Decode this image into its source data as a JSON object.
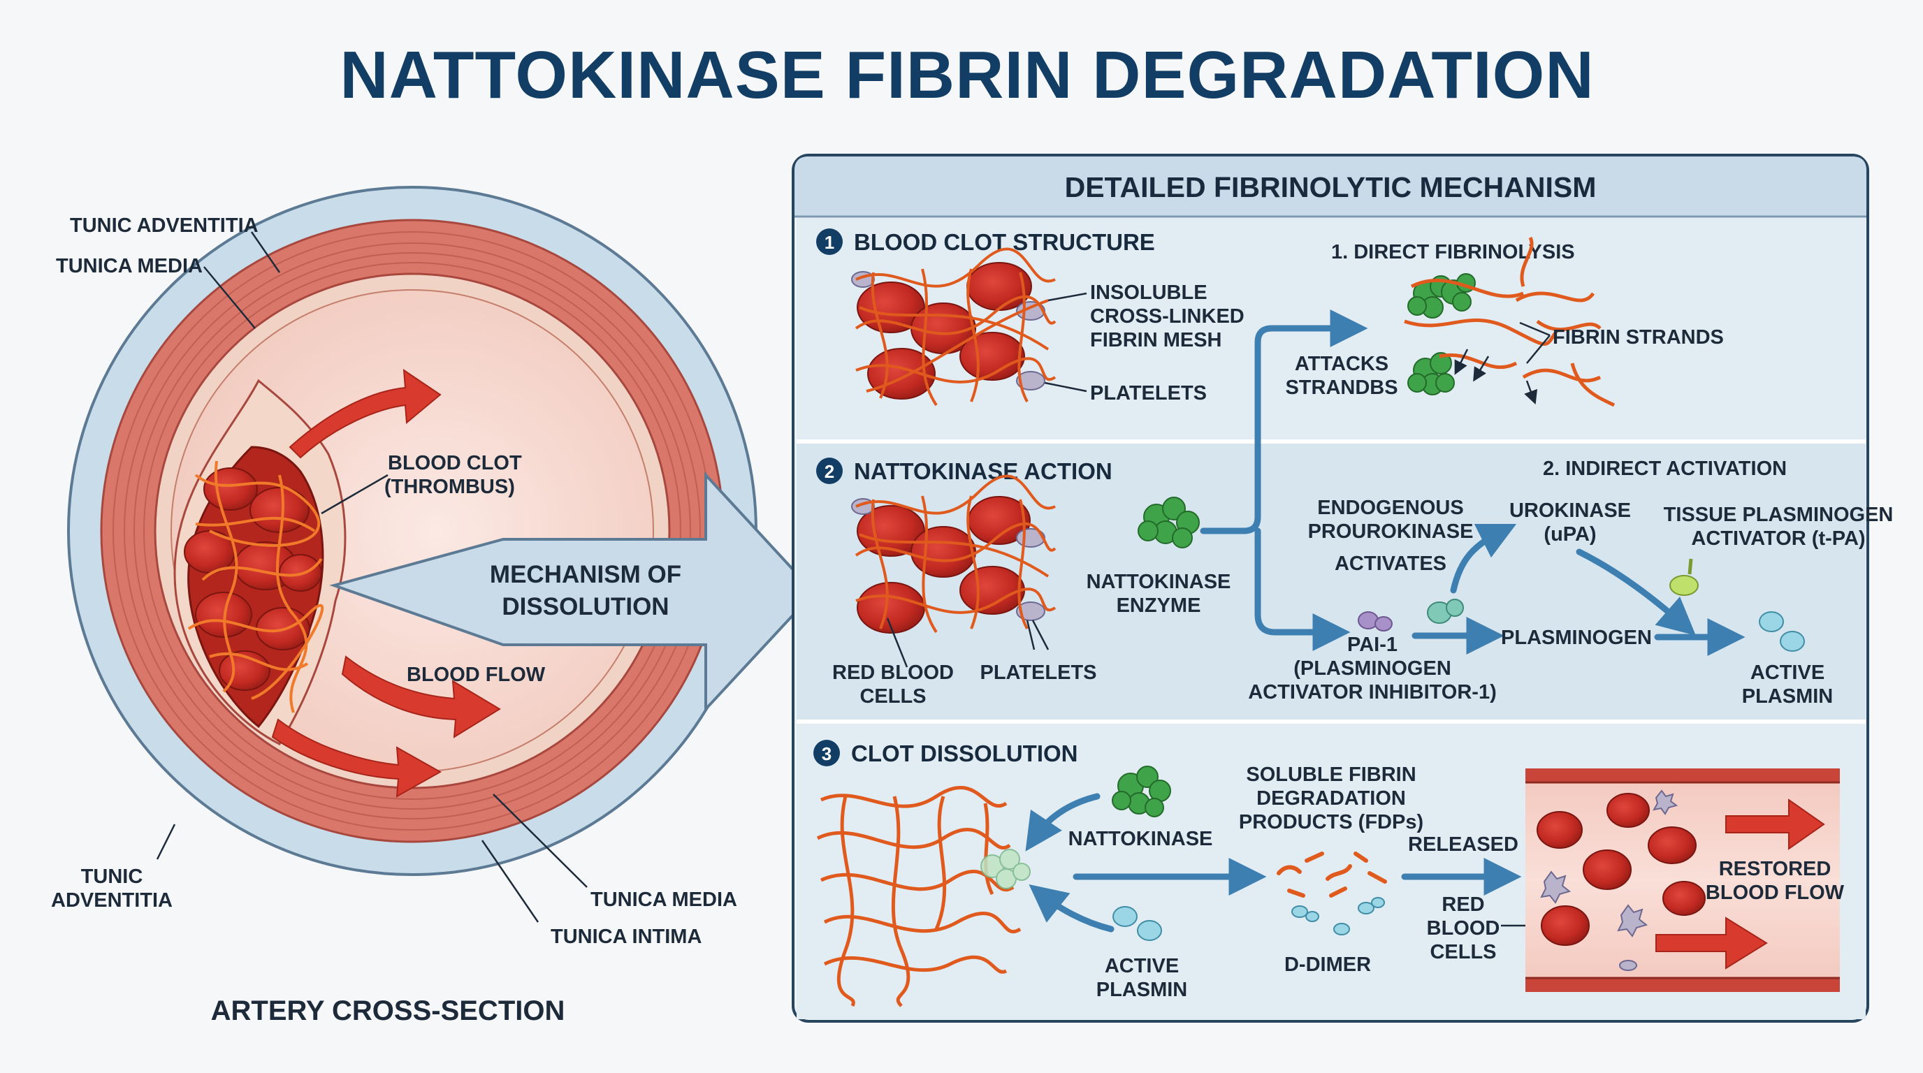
{
  "title": "NATTOKINASE FIBRIN DEGRADATION",
  "colors": {
    "title": "#123e66",
    "artery_adventitia": "#c9dcea",
    "artery_media": "#d9776b",
    "artery_intima": "#f1d3c6",
    "lumen": "#f7dcd4",
    "clot": "#b3261e",
    "fibrin": "#e05a1e",
    "flow_arrow": "#d83a2e",
    "panel_bg": "#dbe7f0",
    "process_arrow": "#3d7fb0",
    "nattokinase": "#3fa349",
    "plasmin": "#6ec3d6"
  },
  "artery": {
    "caption": "ARTERY CROSS-SECTION",
    "labels": {
      "tunic_adventitia_top": "TUNIC ADVENTITIA",
      "tunica_media_top": "TUNICA MEDIA",
      "blood_clot_line1": "BLOOD CLOT",
      "blood_clot_line2": "(THROMBUS)",
      "blood_flow": "BLOOD FLOW",
      "tunic_adventitia_bottom_line1": "TUNIC",
      "tunic_adventitia_bottom_line2": "ADVENTITIA",
      "tunica_media_bottom": "TUNICA MEDIA",
      "tunica_intima_bottom": "TUNICA INTIMA"
    },
    "mechanism_line1": "MECHANISM OF",
    "mechanism_line2": "DISSOLUTION"
  },
  "panel": {
    "title": "DETAILED FIBRINOLYTIC MECHANISM",
    "section1": {
      "number": "1",
      "title": "BLOOD CLOT STRUCTURE",
      "mesh_line1": "INSOLUBLE",
      "mesh_line2": "CROSS-LINKED",
      "mesh_line3": "FIBRIN MESH",
      "platelets": "PLATELETS",
      "direct_title": "1. DIRECT FIBRINOLYSIS",
      "attacks_line1": "ATTACKS",
      "attacks_line2": "STRANDBS",
      "fibrin_strands": "FIBRIN STRANDS"
    },
    "section2": {
      "number": "2",
      "title": "NATTOKINASE ACTION",
      "rbc_line1": "RED BLOOD",
      "rbc_line2": "CELLS",
      "platelets": "PLATELETS",
      "enzyme_line1": "NATTOKINASE",
      "enzyme_line2": "ENZYME",
      "indirect_title": "2. INDIRECT ACTIVATION",
      "prouro_line1": "ENDOGENOUS",
      "prouro_line2": "PROUROKINASE",
      "activates": "ACTIVATES",
      "uro_line1": "UROKINASE",
      "uro_line2": "(uPA)",
      "tpa_line1": "TISSUE PLASMINOGEN",
      "tpa_line2": "ACTIVATOR (t-PA)",
      "pai_line1": "PAI-1",
      "pai_line2": "(PLASMINOGEN",
      "pai_line3": "ACTIVATOR INHIBITOR-1)",
      "plasminogen": "PLASMINOGEN",
      "active_line1": "ACTIVE",
      "active_line2": "PLASMIN"
    },
    "section3": {
      "number": "3",
      "title": "CLOT DISSOLUTION",
      "nattokinase": "NATTOKINASE",
      "active_line1": "ACTIVE",
      "active_line2": "PLASMIN",
      "fdp_line1": "SOLUBLE FIBRIN",
      "fdp_line2": "DEGRADATION",
      "fdp_line3": "PRODUCTS (FDPs)",
      "ddimer": "D-DIMER",
      "released": "RELEASED",
      "rbc_line1": "RED",
      "rbc_line2": "BLOOD",
      "rbc_line3": "CELLS",
      "restored_line1": "RESTORED",
      "restored_line2": "BLOOD FLOW"
    }
  }
}
